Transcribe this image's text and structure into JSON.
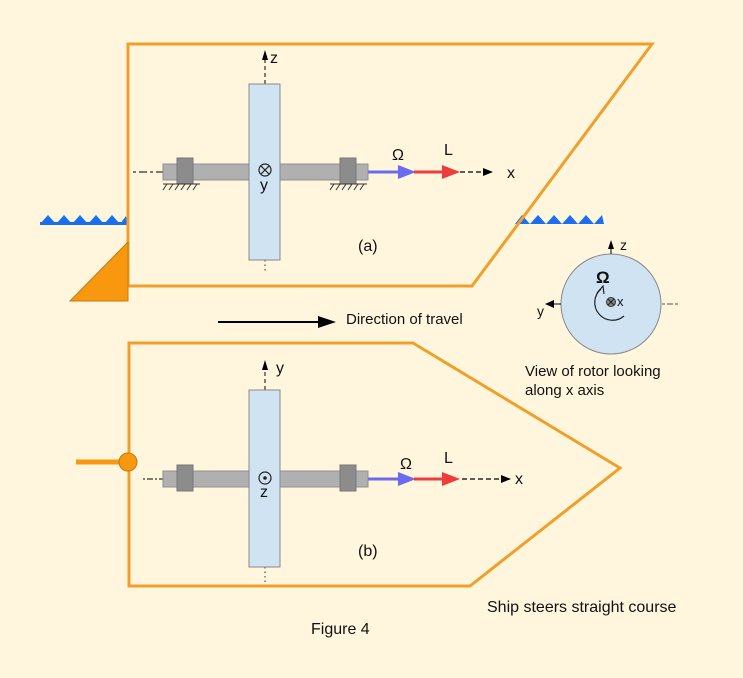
{
  "figure": {
    "caption": "Figure 4",
    "subtitle": "Ship steers straight course",
    "direction_label": "Direction of travel"
  },
  "view_a": {
    "label": "(a)",
    "vertical_axis": "z",
    "into_page_axis": "y",
    "shaft_axis": "x",
    "omega_label": "Ω",
    "momentum_label": "L"
  },
  "view_b": {
    "label": "(b)",
    "vertical_axis": "y",
    "out_of_page_axis": "z",
    "shaft_axis": "x",
    "omega_label": "Ω",
    "momentum_label": "L"
  },
  "rotor_view": {
    "z_axis": "z",
    "y_axis": "y",
    "x_axis": "x",
    "omega_label": "Ω",
    "caption_line1": "View of rotor looking",
    "caption_line2": "along x axis"
  },
  "colors": {
    "background": "#fff6dd",
    "hull": "#f0a02a",
    "rudder": "#f7980f",
    "water": "#1a6ff0",
    "rotor": "#cfe3f3",
    "shaft": "#b0b0b0",
    "bearing": "#8c8c8c",
    "omega_arrow": "#6b6bf0",
    "momentum_arrow": "#ee3b3b"
  }
}
